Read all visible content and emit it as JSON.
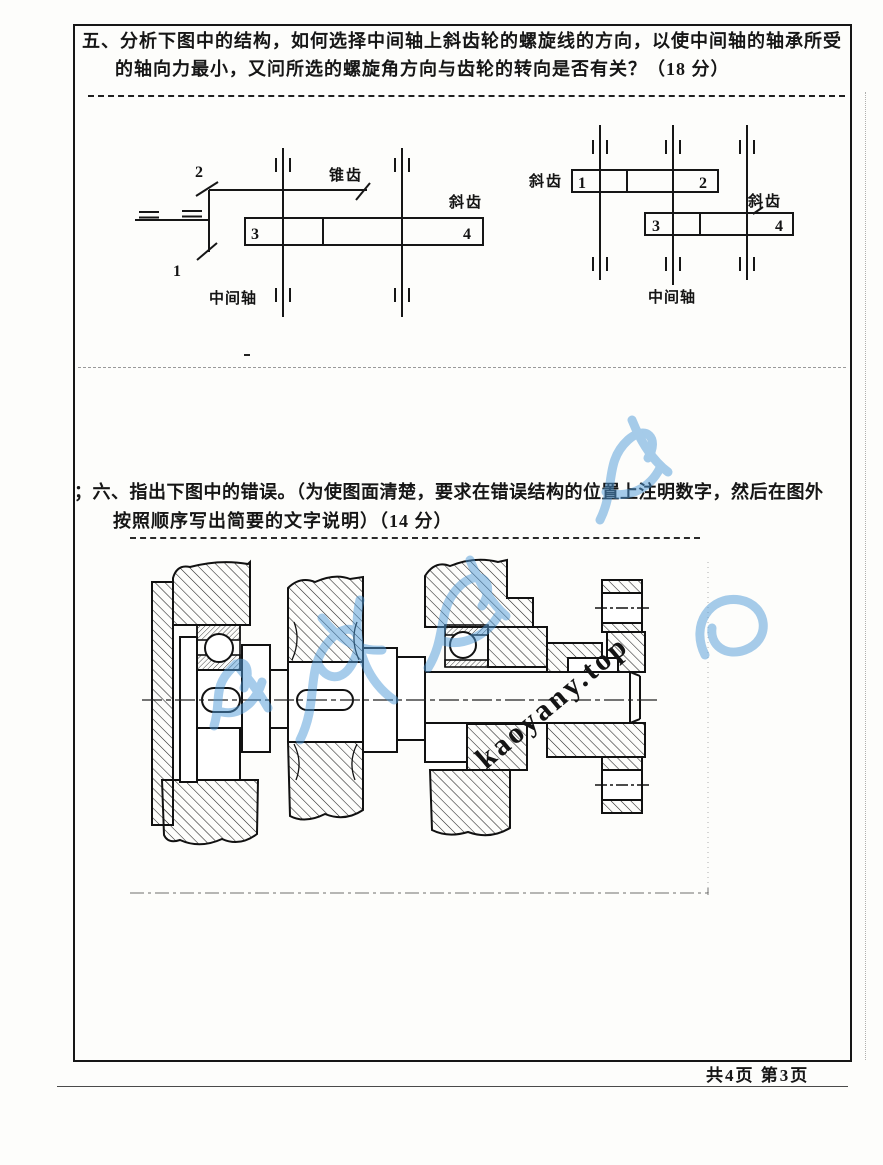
{
  "document": {
    "questions": {
      "q5": {
        "line1": "五、分析下图中的结构，如何选择中间轴上斜齿轮的螺旋线的方向，以使中间轴的轴承所受",
        "line2": "的轴向力最小，又问所选的螺旋角方向与齿轮的转向是否有关？（18 分）"
      },
      "q6": {
        "line1": "；六、指出下图中的错误。（为使图面清楚，要求在错误结构的位置上注明数字，然后在图外",
        "line2": "按照顺序写出简要的文字说明）（14 分）"
      }
    },
    "diagrams": {
      "left": {
        "bevel_gear_label": "锥齿",
        "helical_gear_label": "斜齿",
        "intermediate_shaft_label": "中间轴",
        "gear_1": "1",
        "gear_2": "2",
        "gear_3": "3",
        "gear_4": "4"
      },
      "right": {
        "helical_gear_label_left": "斜齿",
        "helical_gear_label_right": "斜齿",
        "intermediate_shaft_label": "中间轴",
        "gear_1": "1",
        "gear_2": "2",
        "gear_3": "3",
        "gear_4": "4"
      }
    },
    "watermark": {
      "site_text": "kaoyany.top",
      "color": "#4f9ad8"
    },
    "footer": {
      "page_info": "共4页  第3页"
    }
  }
}
